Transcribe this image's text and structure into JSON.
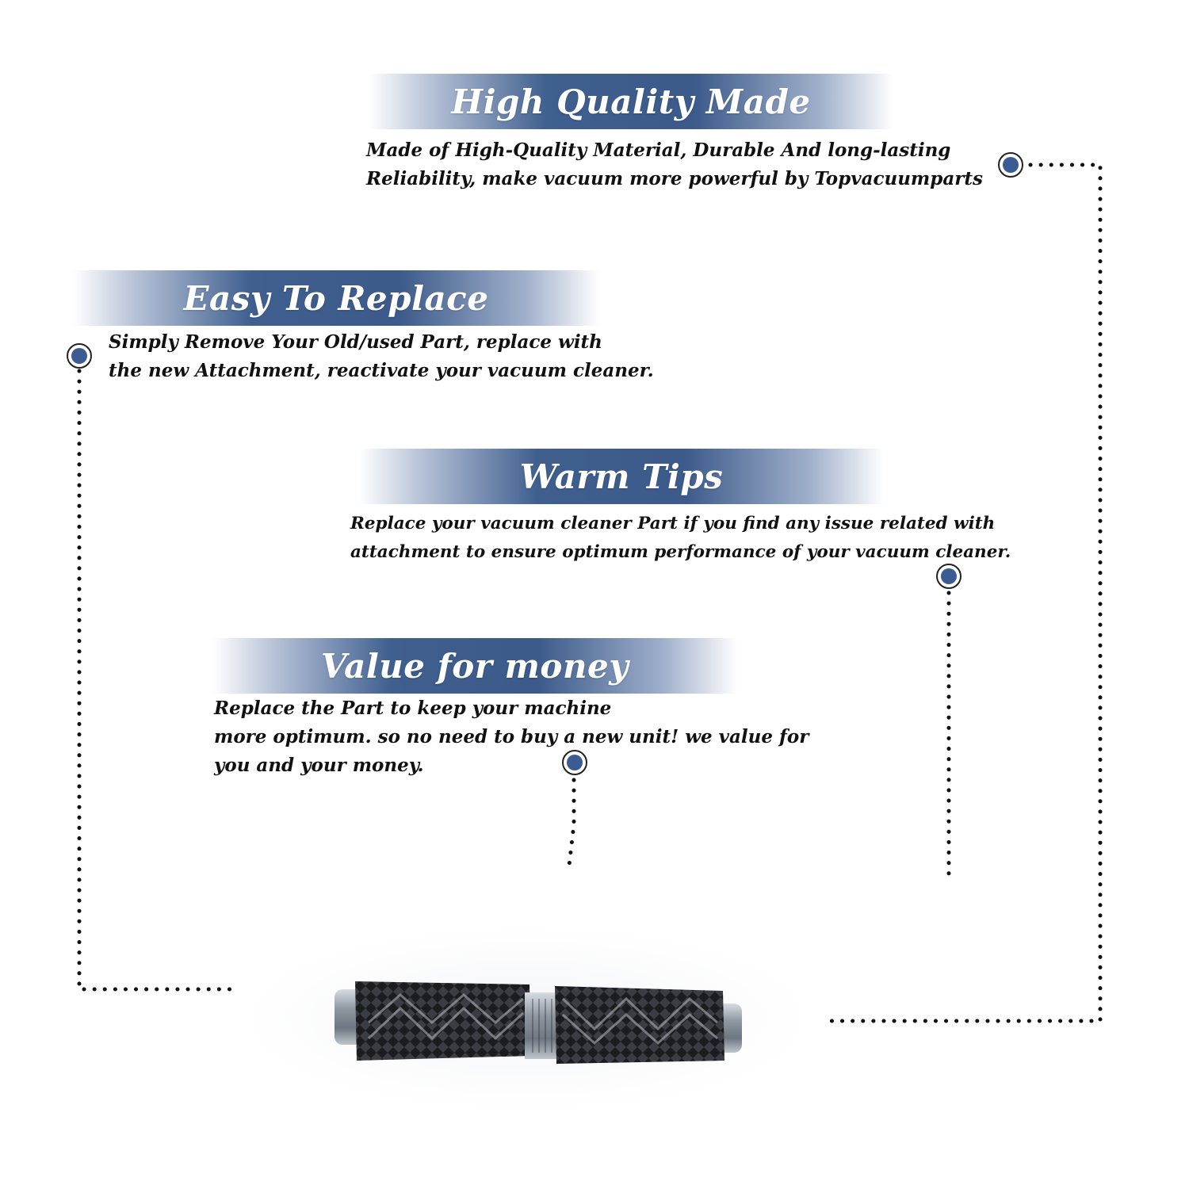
{
  "sections": [
    {
      "title": "High Quality Made",
      "lines": [
        "Made of  High-Quality Material, Durable And long-lasting",
        "Reliability, make vacuum more powerful by Topvacuumparts"
      ]
    },
    {
      "title": "Easy To Replace",
      "lines": [
        "Simply Remove Your Old/used Part, replace with",
        "the new Attachment, reactivate your vacuum cleaner."
      ]
    },
    {
      "title": "Warm Tips",
      "lines": [
        "Replace your vacuum cleaner Part if you find any issue related with",
        " attachment to ensure optimum performance of your vacuum cleaner."
      ]
    },
    {
      "title": "Value for money",
      "lines": [
        "Replace the Part to keep your machine",
        "more optimum. so no need to buy a new unit! we value for",
        "you and your money."
      ]
    }
  ],
  "colors": {
    "banner": "#3c5a8a",
    "marker": "#3b5b92",
    "text": "#111111",
    "dots": "#111111"
  },
  "icons": {
    "marker": "target-dot-icon",
    "product": "vacuum-brush-roll-image"
  }
}
